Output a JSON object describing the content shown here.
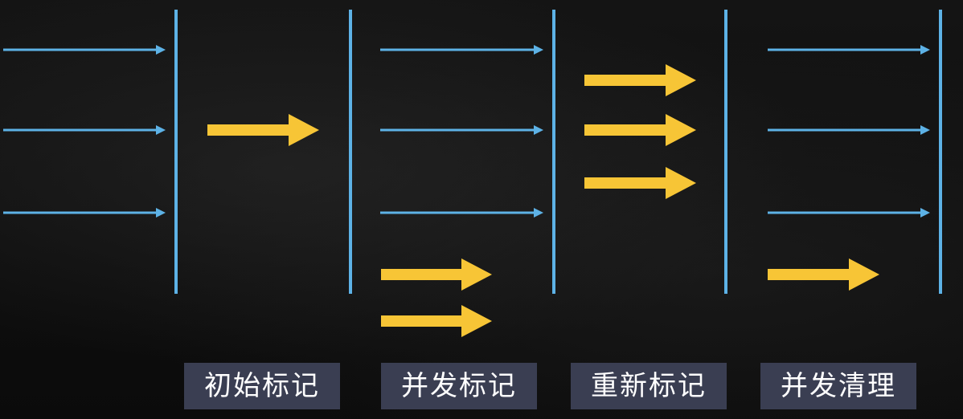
{
  "colors": {
    "background": "#0e0e0e",
    "thread_line": "#5db2e6",
    "gc_thread": "#f7c536",
    "label_bg": "#3a3e52",
    "label_text": "#ffffff"
  },
  "phases": [
    {
      "label": "初始标记"
    },
    {
      "label": "并发标记"
    },
    {
      "label": "重新标记"
    },
    {
      "label": "并发清理"
    }
  ]
}
